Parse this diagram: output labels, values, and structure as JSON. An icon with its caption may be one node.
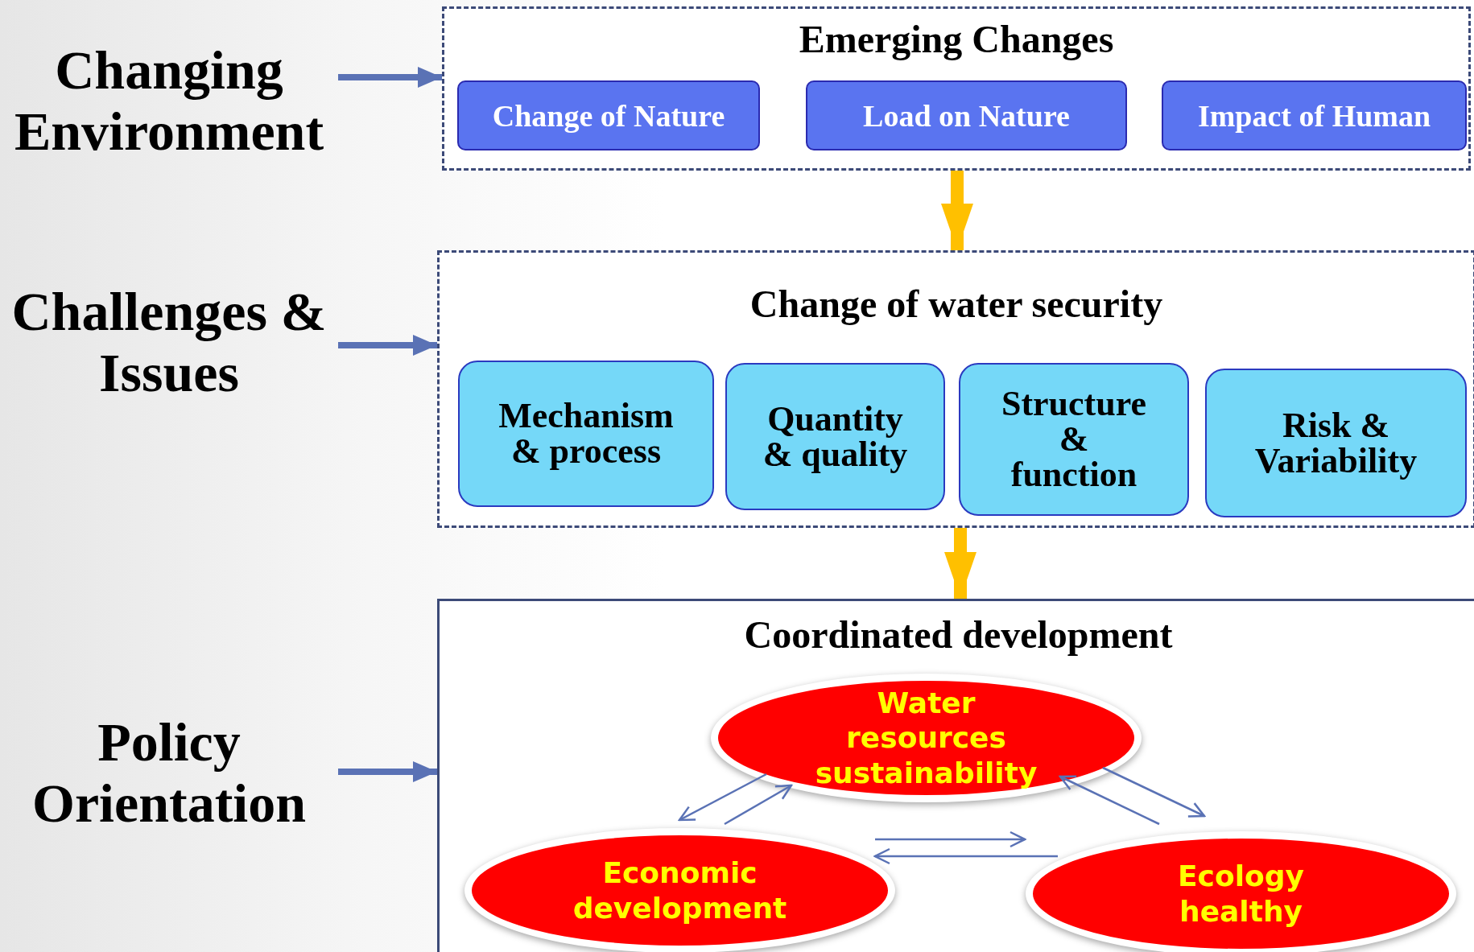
{
  "diagram": {
    "nodes": [
      {
        "text": [
          "Changing Environment"
        ]
      },
      {
        "text": [
          "Emerging Changes"
        ]
      },
      {
        "text": [
          "Change of Nature"
        ],
        "in": 1
      },
      {
        "text": [
          "Load on Nature"
        ],
        "in": 1
      },
      {
        "text": [
          "Impact of Human"
        ],
        "in": 1
      },
      {
        "text": [
          "Challenges & Issues"
        ]
      },
      {
        "text": [
          "Change of water security"
        ]
      },
      {
        "text": [
          "Mechanism & process"
        ],
        "in": 6
      },
      {
        "text": [
          "Quantity & quality"
        ],
        "in": 6
      },
      {
        "text": [
          "Structure & function"
        ],
        "in": 6
      },
      {
        "text": [
          "Risk & Variability"
        ],
        "in": 6
      },
      {
        "text": [
          "Policy Orientation"
        ]
      },
      {
        "text": [
          "Coordinated development"
        ]
      },
      {
        "text": [
          "Water resources sustainability"
        ],
        "in": 12
      },
      {
        "text": [
          "Economic development"
        ],
        "in": 12
      },
      {
        "text": [
          "Ecology healthy"
        ],
        "in": 12
      }
    ],
    "edges": [
      {
        "from": 0,
        "to": 1,
        "arrow": "to",
        "style": "thick"
      },
      {
        "from": 1,
        "to": 6,
        "arrow": "to",
        "style": "thick",
        "color": "#ffc000"
      },
      {
        "from": 5,
        "to": 6,
        "arrow": "to",
        "style": "thick"
      },
      {
        "from": 6,
        "to": 12,
        "arrow": "to",
        "style": "thick",
        "color": "#ffc000"
      },
      {
        "from": 11,
        "to": 12,
        "arrow": "to",
        "style": "thick"
      },
      {
        "from": 13,
        "to": 14,
        "arrow": "to"
      },
      {
        "from": 14,
        "to": 13,
        "arrow": "to"
      },
      {
        "from": 13,
        "to": 15,
        "arrow": "to"
      },
      {
        "from": 15,
        "to": 13,
        "arrow": "to"
      },
      {
        "from": 14,
        "to": 15,
        "arrow": "to"
      },
      {
        "from": 15,
        "to": 14,
        "arrow": "to"
      }
    ]
  }
}
